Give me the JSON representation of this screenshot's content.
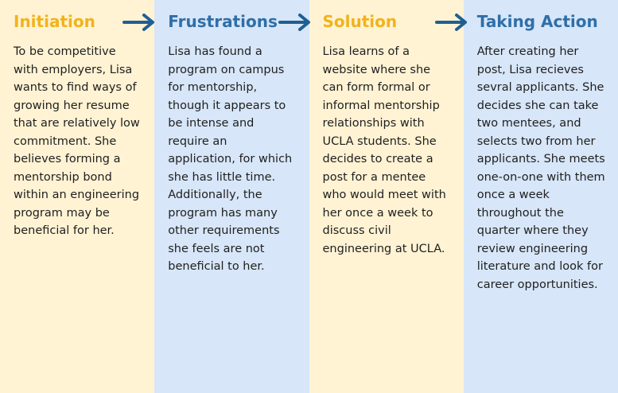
{
  "columns": [
    {
      "title": "Initiation",
      "title_color": "#f2b21b",
      "bg_color": "#fff3d4",
      "text": "To be competitive with employers, Lisa wants to find ways of growing her resume that are relatively low commitment. She believes forming a mentorship bond within an engineering program may be beneficial for her."
    },
    {
      "title": "Frustrations",
      "title_color": "#2f6fa8",
      "bg_color": "#d7e6f8",
      "text": "Lisa has found a program on campus for mentorship, though it appears to be intense and require an application, for which she has little time. Additionally, the program has many other requirements she feels are not beneficial to her."
    },
    {
      "title": "Solution",
      "title_color": "#f2b21b",
      "bg_color": "#fff3d4",
      "text": "Lisa learns of a website where she can form formal or informal mentorship relationships with UCLA students. She decides to create a post for a mentee who would meet with her once a week to discuss civil engineering at UCLA."
    },
    {
      "title": "Taking Action",
      "title_color": "#2f6fa8",
      "bg_color": "#d7e6f8",
      "text": "After creating her post, Lisa recieves sevral applicants. She decides she can take two mentees, and selects two from her applicants. She meets one-on-one with them once a week throughout the quarter where they review engineering literature and look for career opportunities."
    }
  ],
  "arrow": {
    "icon": "arrow-right-icon",
    "color": "#1f5f93"
  }
}
